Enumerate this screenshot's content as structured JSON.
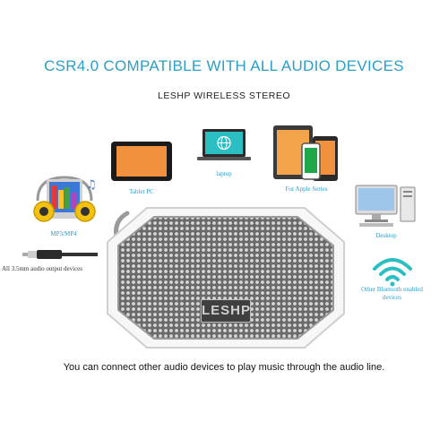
{
  "headline": "CSR4.0 COMPATIBLE WITH ALL AUDIO DEVICES",
  "subheadline": "LESHP WIRELESS STEREO",
  "devices": {
    "tablet": "Tablet PC",
    "laptop": "laptop",
    "apple": "For Apple Series",
    "mp3": "MP3/MP4",
    "desktop": "Desktop",
    "aux": "All 3.5mm audio output devices",
    "bluetooth": "Other Bluetooth enabled devices"
  },
  "speaker": {
    "brand": "LESHP"
  },
  "caption": "You can connect other audio devices to play music through the audio line.",
  "colors": {
    "accent": "#2a9fc9",
    "speaker_body": "#ffffff",
    "grille": "#5a5a5a"
  }
}
